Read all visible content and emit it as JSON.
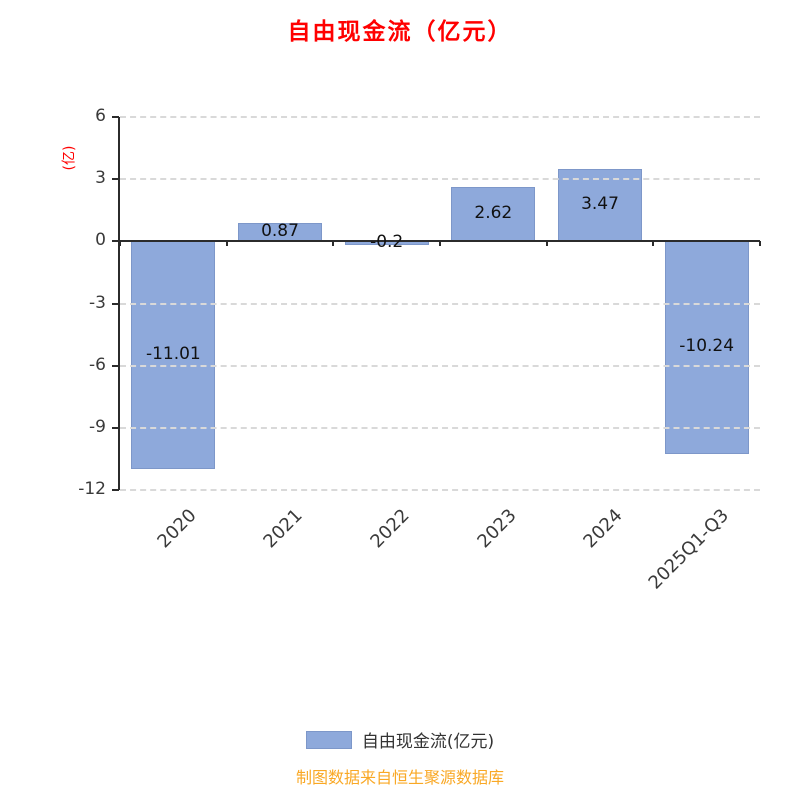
{
  "title": "自由现金流（亿元）",
  "y_axis_label": "(亿)",
  "legend": {
    "label": "自由现金流(亿元)",
    "color": "#8EA9DB"
  },
  "footer": "制图数据来自恒生聚源数据库",
  "colors": {
    "title": "#ff0000",
    "y_axis_label": "#ff0000",
    "bar": "#8EA9DB",
    "bar_border": "#7D97C9",
    "axis": "#2b2b2b",
    "gridline": "#d9d9d9",
    "tick_text": "#3a3a3a",
    "footer_text": "#F9A825"
  },
  "chart_data": {
    "type": "bar",
    "title": "自由现金流（亿元）",
    "xlabel": "",
    "ylabel": "(亿)",
    "categories": [
      "2020",
      "2021",
      "2022",
      "2023",
      "2024",
      "2025Q1-Q3"
    ],
    "values": [
      -11.01,
      0.87,
      -0.2,
      2.62,
      3.47,
      -10.24
    ],
    "labels": [
      "-11.01",
      "0.87",
      "-0.2",
      "2.62",
      "3.47",
      "-10.24"
    ],
    "ylim": [
      -12,
      6
    ],
    "yticks": [
      6,
      3,
      0,
      -3,
      -6,
      -9,
      -12
    ],
    "grid": "dashed-horizontal",
    "legend_position": "bottom",
    "bar_color": "#8EA9DB"
  }
}
